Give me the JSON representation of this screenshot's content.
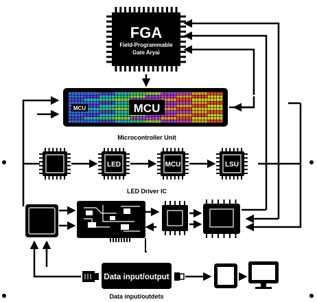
{
  "fpga": {
    "title": "FGA",
    "subtitle_line1": "Field-Programmable",
    "subtitle_line2": "Gate Aryai"
  },
  "mcu_bar": {
    "small_label": "MCU",
    "big_label": "MCU",
    "caption": "Microcontroller Unit",
    "heatmap_colors": [
      "#2f6fe0",
      "#5a3fd0",
      "#1fb3c8",
      "#39c46a",
      "#8bd13a",
      "#9a3fd6",
      "#c040c0",
      "#e0a21f",
      "#e14a2f",
      "#d8d020"
    ]
  },
  "chain": {
    "chips": [
      "",
      "LED",
      "MCU",
      "LSU"
    ],
    "caption": "LED Driver IC"
  },
  "io": {
    "label": "Data input/output",
    "caption": "Data input/outdets"
  },
  "colors": {
    "ink": "#000000",
    "paper": "#ffffff"
  },
  "icons": [
    "tablet-icon",
    "monitor-icon",
    "connector-plug-icon",
    "circuit-board-icon"
  ]
}
